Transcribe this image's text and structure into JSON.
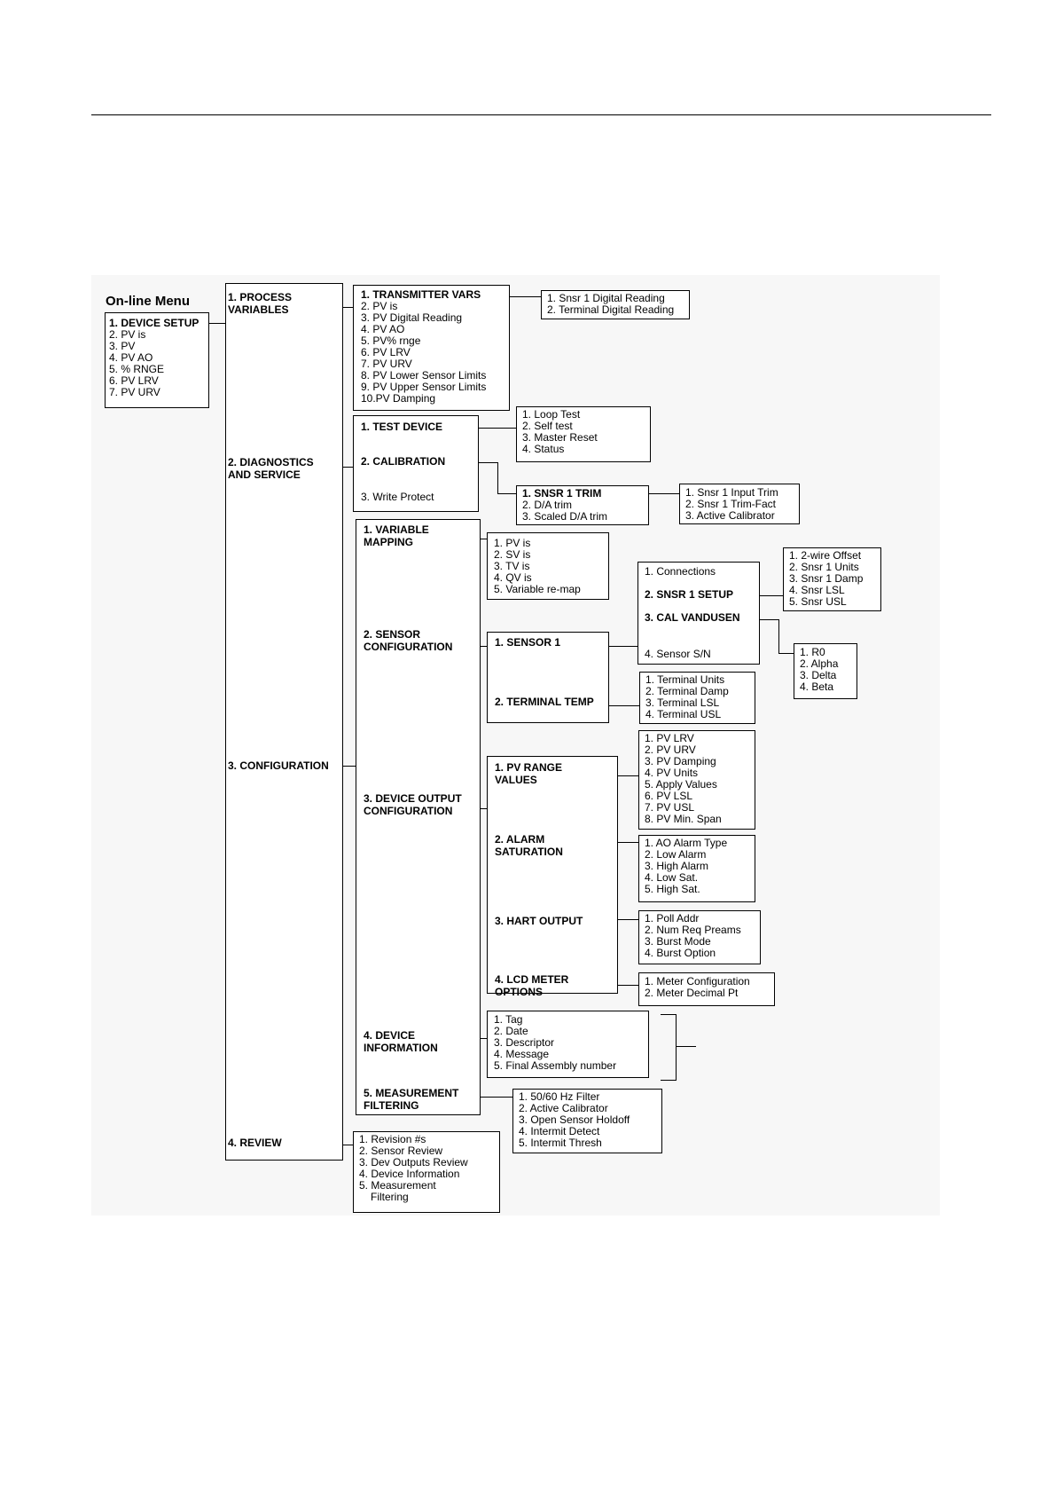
{
  "online": {
    "title": "On-line Menu",
    "items": [
      "1. DEVICE SETUP",
      "2. PV is",
      "3. PV",
      "4. PV AO",
      "5. % RNGE",
      "6. PV LRV",
      "7. PV URV"
    ]
  },
  "device_setup": {
    "process_variables": "1. PROCESS\nVARIABLES",
    "diagnostics": "2. DIAGNOSTICS\nAND SERVICE",
    "configuration": "3. CONFIGURATION",
    "review": "4. REVIEW"
  },
  "transmitter_vars": [
    "1. TRANSMITTER VARS",
    "2. PV is",
    "3. PV Digital Reading",
    "4. PV AO",
    "5. PV% rnge",
    "6. PV LRV",
    "7. PV URV",
    "8. PV Lower Sensor Limits",
    "9. PV Upper Sensor Limits",
    "10.PV Damping"
  ],
  "snsr_readings": [
    "1. Snsr 1 Digital Reading",
    "2. Terminal Digital Reading"
  ],
  "diag": {
    "test_device": "1. TEST DEVICE",
    "calibration": "2. CALIBRATION",
    "write_protect": "3. Write Protect"
  },
  "test_device": [
    "1. Loop Test",
    "2. Self test",
    "3. Master Reset",
    "4. Status"
  ],
  "calibration": [
    "1. SNSR 1 TRIM",
    "2. D/A trim",
    "3. Scaled D/A trim"
  ],
  "snsr_trim": [
    "1. Snsr 1 Input Trim",
    "2. Snsr 1 Trim-Fact",
    "3. Active Calibrator"
  ],
  "config": {
    "variable_mapping": "1. VARIABLE\nMAPPING",
    "sensor_config": "2. SENSOR\nCONFIGURATION",
    "device_output": "3. DEVICE OUTPUT\nCONFIGURATION",
    "device_info": "4. DEVICE\nINFORMATION",
    "measurement_filtering": "5. MEASUREMENT\nFILTERING"
  },
  "variable_mapping": [
    "1. PV is",
    "2. SV is",
    "3. TV is",
    "4. QV is",
    "5. Variable re-map"
  ],
  "sensor_config": {
    "sensor1": "1. SENSOR 1",
    "terminal_temp": "2. TERMINAL TEMP"
  },
  "sensor1": {
    "connections": "1. Connections",
    "setup": "2. SNSR 1 SETUP",
    "cal": "3. CAL VANDUSEN",
    "sn": "4. Sensor S/N"
  },
  "snsr_setup": [
    "1. 2-wire Offset",
    "2. Snsr 1 Units",
    "3. Snsr 1 Damp",
    "4. Snsr LSL",
    "5. Snsr USL"
  ],
  "cal_vandusen": [
    "1. R0",
    "2. Alpha",
    "3. Delta",
    "4. Beta"
  ],
  "terminal_temp": [
    "1. Terminal Units",
    "2. Terminal Damp",
    "3. Terminal LSL",
    "4. Terminal USL"
  ],
  "device_output": {
    "pv_range": "1. PV RANGE\nVALUES",
    "alarm": "2. ALARM\nSATURATION",
    "hart": "3. HART OUTPUT",
    "lcd": "4. LCD METER\nOPTIONS"
  },
  "pv_range": [
    "1. PV LRV",
    "2. PV URV",
    "3. PV Damping",
    "4. PV Units",
    "5. Apply Values",
    "6. PV LSL",
    "7. PV USL",
    "8. PV Min. Span"
  ],
  "alarm": [
    "1. AO Alarm Type",
    "2. Low Alarm",
    "3. High Alarm",
    "4. Low Sat.",
    "5. High Sat."
  ],
  "hart": [
    "1. Poll Addr",
    "2. Num Req Preams",
    "3. Burst Mode",
    "4. Burst Option"
  ],
  "lcd": [
    "1. Meter Configuration",
    "2. Meter Decimal Pt"
  ],
  "device_info": [
    "1. Tag",
    "2. Date",
    "3. Descriptor",
    "4. Message",
    "5. Final Assembly number"
  ],
  "filtering": [
    "1. 50/60 Hz Filter",
    "2. Active Calibrator",
    "3. Open Sensor Holdoff",
    "4. Intermit Detect",
    "5. Intermit Thresh"
  ],
  "review": [
    "1. Revision #s",
    "2. Sensor Review",
    "3. Dev Outputs Review",
    "4. Device Information",
    "5. Measurement",
    "Filtering"
  ]
}
